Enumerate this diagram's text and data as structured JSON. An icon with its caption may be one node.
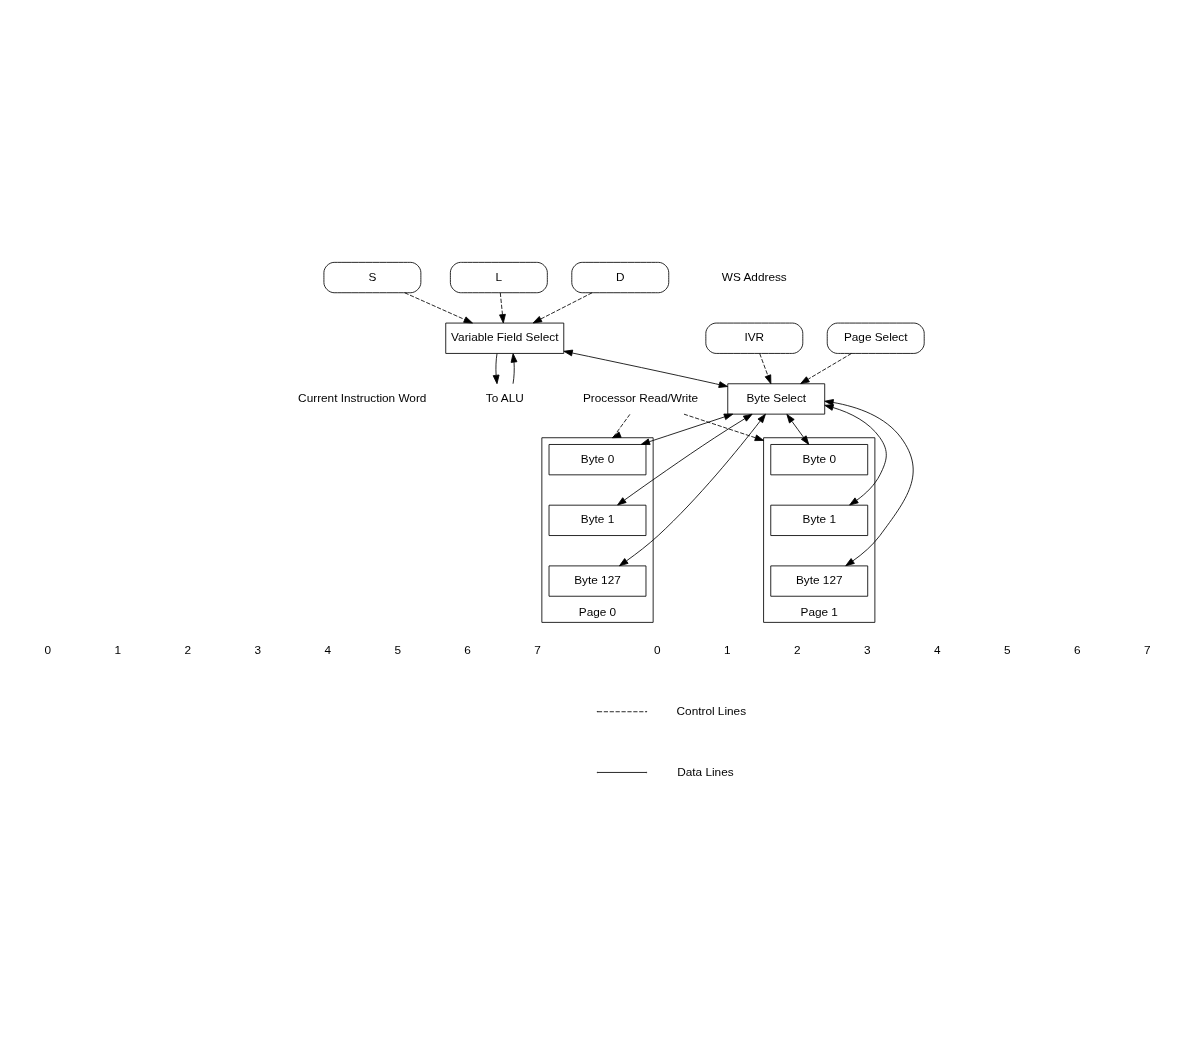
{
  "diagram": {
    "nodes": [
      {
        "text": [
          "S"
        ]
      },
      {
        "text": [
          "L"
        ]
      },
      {
        "text": [
          "D"
        ]
      },
      {
        "text": [
          "Variable Field Select"
        ]
      },
      {
        "text": [
          "IVR"
        ]
      },
      {
        "text": [
          "Byte Select"
        ]
      },
      {
        "text": [
          "Page Select"
        ]
      },
      {
        "text": [
          "To ALU"
        ]
      },
      {
        "text": [
          "Processor Read/Write"
        ]
      },
      {
        "text": [
          "Page 0"
        ]
      },
      {
        "text": [
          "Byte 0"
        ],
        "in": 9
      },
      {
        "text": [
          "Byte 1"
        ],
        "in": 9
      },
      {
        "text": [
          "Byte 127"
        ],
        "in": 9
      },
      {
        "text": [
          "Page 1"
        ]
      },
      {
        "text": [
          "Byte 0"
        ],
        "in": 13
      },
      {
        "text": [
          "Byte 1"
        ],
        "in": 13
      },
      {
        "text": [
          "Byte 127"
        ],
        "in": 13
      }
    ],
    "edges": [
      {
        "from": 0,
        "to": 3,
        "arrow": "to",
        "style": "dashed"
      },
      {
        "from": 1,
        "to": 3,
        "arrow": "to",
        "style": "dashed"
      },
      {
        "from": 2,
        "to": 3,
        "arrow": "to",
        "style": "dashed"
      },
      {
        "from": 3,
        "to": 7,
        "arrow": "to"
      },
      {
        "from": 7,
        "to": 3,
        "arrow": "to"
      },
      {
        "from": 3,
        "to": 5,
        "arrow": "both"
      },
      {
        "from": 4,
        "to": 5,
        "arrow": "to",
        "style": "dashed"
      },
      {
        "from": 6,
        "to": 5,
        "arrow": "to",
        "style": "dashed"
      },
      {
        "from": 8,
        "to": 13,
        "arrow": "to",
        "style": "dashed"
      },
      {
        "from": 8,
        "to": 9,
        "arrow": "to",
        "style": "dashed"
      },
      {
        "from": 5,
        "to": 10,
        "arrow": "both"
      },
      {
        "from": 5,
        "to": 11,
        "arrow": "both"
      },
      {
        "from": 5,
        "to": 12,
        "arrow": "both"
      },
      {
        "from": 5,
        "to": 14,
        "arrow": "both"
      },
      {
        "from": 5,
        "to": 15,
        "arrow": "both"
      },
      {
        "from": 5,
        "to": 16,
        "arrow": "both"
      }
    ],
    "labels": [
      "Current Instruction Word",
      "WS Address",
      "0",
      "1",
      "2",
      "3",
      "4",
      "5",
      "6",
      "7",
      "0",
      "1",
      "2",
      "3",
      "4",
      "5",
      "6",
      "7"
    ],
    "legend": [
      {
        "text": "Control Lines"
      },
      {
        "text": "Data Lines"
      }
    ]
  }
}
